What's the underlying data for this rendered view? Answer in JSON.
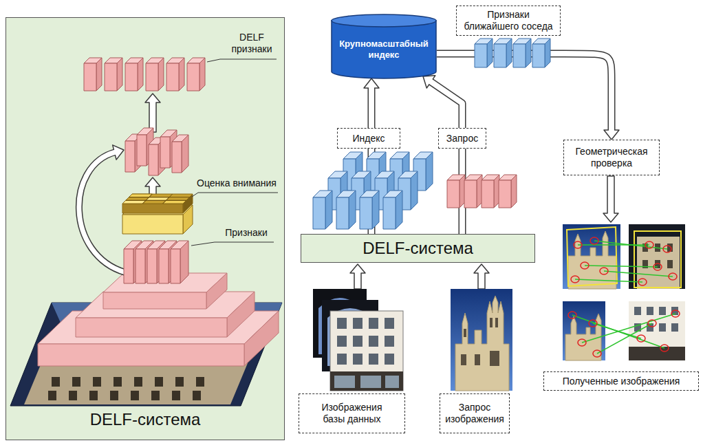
{
  "diagram": {
    "nodes": [
      {
        "text": [
          "DELF-система"
        ]
      },
      {
        "text": [
          "Крупномасштабный индекс"
        ]
      },
      {
        "text": [
          "Признаки ближайшего соседа"
        ]
      },
      {
        "text": [
          "Индекс"
        ]
      },
      {
        "text": [
          "Запрос"
        ]
      },
      {
        "text": [
          "Геометрическая проверка"
        ]
      },
      {
        "text": [
          "DELF-система"
        ]
      },
      {
        "text": [
          "Изображения базы данных"
        ]
      },
      {
        "text": [
          "Запрос изображения"
        ]
      },
      {
        "text": [
          "Полученные изображения"
        ]
      }
    ],
    "edges": [
      {
        "from": 6,
        "to": 1,
        "arrow": "to"
      },
      {
        "from": 6,
        "to": 1,
        "arrow": "to"
      },
      {
        "from": 1,
        "to": 5,
        "arrow": "to"
      }
    ],
    "labels": [
      "DELF признаки",
      "Оценка внимания",
      "Признаки"
    ]
  }
}
